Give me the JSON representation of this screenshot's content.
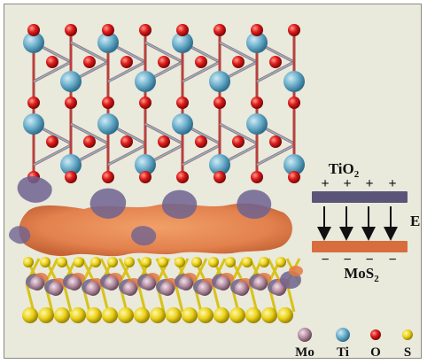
{
  "band_diagram": {
    "top_layer": {
      "name": "TiO",
      "subscript": "2",
      "charge": "+",
      "color": "#5a5478"
    },
    "bottom_layer": {
      "name": "MoS",
      "subscript": "2",
      "charge": "−",
      "color": "#d86d3e"
    },
    "field_label": "E"
  },
  "legend": [
    {
      "symbol": "Mo",
      "color": "#b58ea1"
    },
    {
      "symbol": "Ti",
      "color": "#6aaecb"
    },
    {
      "symbol": "O",
      "color": "#dd1c1c"
    },
    {
      "symbol": "S",
      "color": "#ecd21a"
    }
  ],
  "colors": {
    "ti": "#6aaecb",
    "o": "#dd1c1c",
    "mo": "#b58ea1",
    "s": "#ecd21a",
    "accumulation": "#e27a43",
    "depletion": "#6f6391",
    "bond": "#b7413d"
  }
}
